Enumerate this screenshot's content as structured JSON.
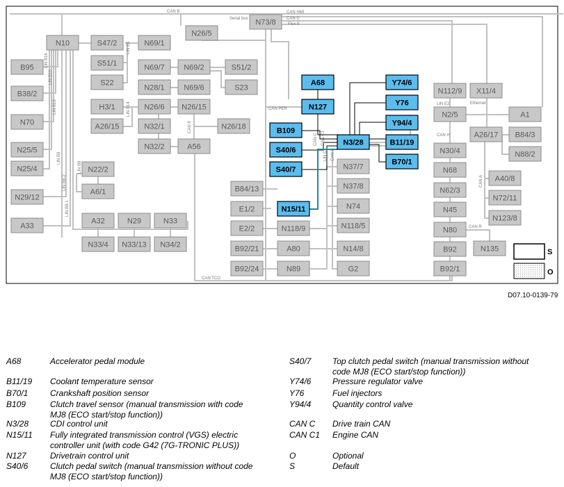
{
  "colors": {
    "gray_box": "#c8c8c8",
    "gray_border": "#8c8c8c",
    "gray_line": "#c0c0c0",
    "gray_text": "#777777",
    "blue_box": "#5bbcee",
    "teal_line": "#1a8a9a",
    "dark_line": "#000000"
  },
  "diagram": {
    "bus_labels": [
      "CAN B",
      "Serial bus",
      "CAN HMI",
      "CAN D",
      "Flex E",
      "CAN PER",
      "CAN C",
      "CAN C1",
      "LIN C1",
      "CAN I",
      "CAN K",
      "CAN H",
      "CAN A",
      "CAN R",
      "CAN TCO",
      "LIN E2",
      "Ethernet",
      "LIN B16",
      "LIN B10",
      "LIN B13",
      "LIN B9",
      "LIN B8",
      "LIN B8-2",
      "LIN B8-1",
      "LIN B5",
      "LIN B14"
    ],
    "gray_components": [
      "N10",
      "B95",
      "B38/2",
      "N70",
      "N25/5",
      "N25/4",
      "N29/12",
      "A33",
      "S47/2",
      "S51/1",
      "S22",
      "H3/1",
      "A26/15",
      "N22/2",
      "A6/1",
      "N69/1",
      "N69/7",
      "N28/1",
      "N26/6",
      "N32/1",
      "N32/2",
      "N69/2",
      "N69/6",
      "N26/15",
      "A56",
      "S51/2",
      "S23",
      "N26/18",
      "A32",
      "N29",
      "N33",
      "N33/4",
      "N33/13",
      "N34/2",
      "N26/5",
      "N73/8",
      "B84/13",
      "E1/2",
      "E2/2",
      "B92/21",
      "B92/24",
      "N118/9",
      "A80",
      "N89",
      "N37/7",
      "N37/8",
      "N74",
      "N118/5",
      "N14/8",
      "G2",
      "N112/9",
      "X11/4",
      "N2/5",
      "A1",
      "A26/17",
      "B84/3",
      "N30/4",
      "N88/2",
      "N68",
      "N62/3",
      "N45",
      "A40/8",
      "N72/11",
      "N123/8",
      "N80",
      "B92",
      "B92/1",
      "N135"
    ],
    "blue_components": [
      "A68",
      "N127",
      "B109",
      "S40/6",
      "S40/7",
      "N3/28",
      "Y74/6",
      "Y76",
      "Y94/4",
      "B11/19",
      "B70/1",
      "N15/11"
    ],
    "key_labels": [
      "S",
      "O"
    ]
  },
  "doc_ref": "D07.10-0139-79",
  "legend_left": [
    {
      "code": "A68",
      "desc": [
        "Accelerator pedal module"
      ]
    },
    {
      "code": "B11/19",
      "desc": [
        "Coolant temperature sensor"
      ]
    },
    {
      "code": "B70/1",
      "desc": [
        "Crankshaft position sensor"
      ]
    },
    {
      "code": "B109",
      "desc": [
        "Clutch travel sensor (manual transmission with code",
        "MJ8 (ECO start/stop function))"
      ]
    },
    {
      "code": "N3/28",
      "desc": [
        "CDI control unit"
      ]
    },
    {
      "code": "N15/11",
      "desc": [
        "Fully integrated transmission control (VGS) electric",
        "controller unit (with code G42 (7G-TRONIC PLUS))"
      ]
    },
    {
      "code": "N127",
      "desc": [
        "Drivetrain control unit"
      ]
    },
    {
      "code": "S40/6",
      "desc": [
        "Clutch pedal switch (manual transmission without code",
        "MJ8 (ECO start/stop function))"
      ]
    }
  ],
  "legend_right": [
    {
      "code": "S40/7",
      "desc": [
        "Top clutch pedal switch (manual transmission without",
        "code MJ8 (ECO start/stop function))"
      ]
    },
    {
      "code": "Y74/6",
      "desc": [
        "Pressure regulator valve"
      ]
    },
    {
      "code": "Y76",
      "desc": [
        "Fuel injectors"
      ]
    },
    {
      "code": "Y94/4",
      "desc": [
        "Quantity control valve"
      ]
    },
    {
      "code": "CAN C",
      "desc": [
        "Drive train CAN"
      ]
    },
    {
      "code": "CAN C1",
      "desc": [
        "Engine CAN"
      ]
    },
    {
      "code": "O",
      "desc": [
        "Optional"
      ]
    },
    {
      "code": "S",
      "desc": [
        "Default"
      ]
    }
  ]
}
